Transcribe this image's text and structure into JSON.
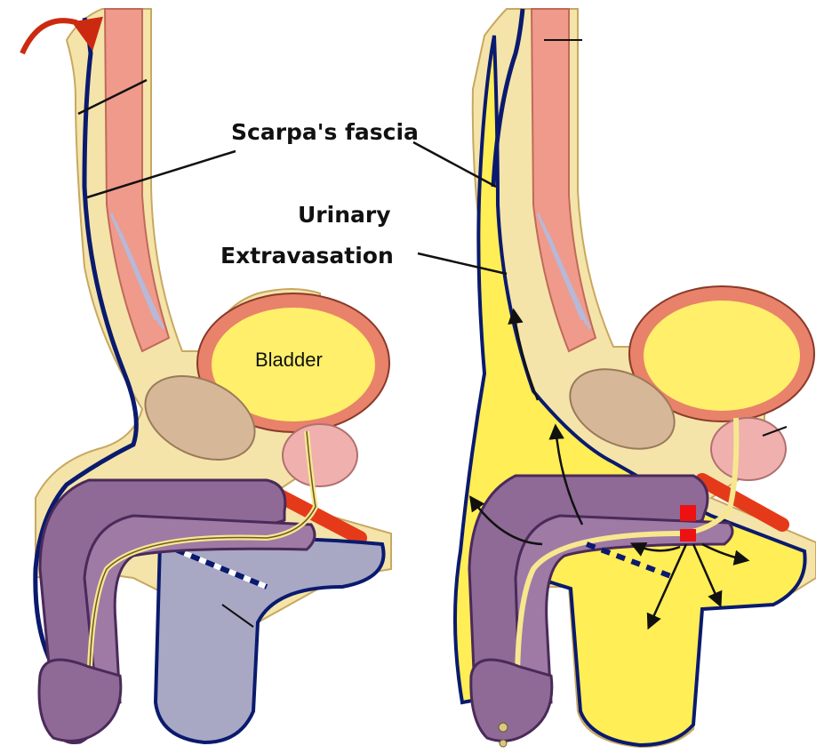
{
  "labels": {
    "scarpa": "Scarpa's fascia",
    "urinary": "Urinary",
    "extravasation": "Extravasation",
    "bladder": "Bladder"
  },
  "colors": {
    "skin": "#f4e4aa",
    "fascia": "#0a1a6e",
    "muscle": "#ef9a8a",
    "bladder_wall": "#e8826a",
    "bladder_fill": "#ffef6a",
    "erectile": "#8f6a96",
    "scrotum": "#a8a8c4",
    "urine": "#ffee55",
    "prostate": "#f0b0ae",
    "gland": "#d6b898",
    "tear": "#ee1111",
    "arrow_red": "#cc2a10",
    "urethra": "#f7e78e",
    "label": "#111111"
  }
}
